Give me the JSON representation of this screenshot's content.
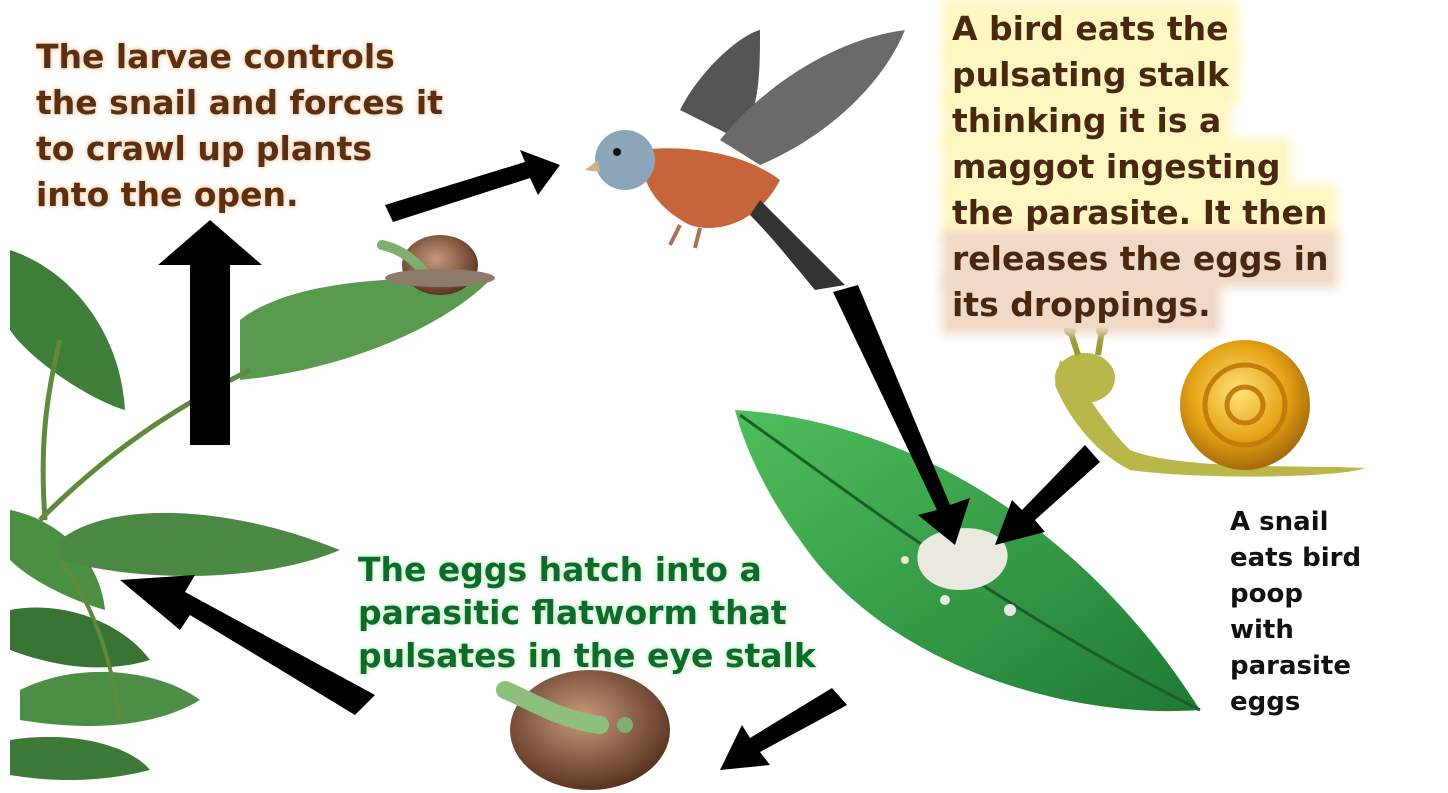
{
  "diagram": {
    "labels": {
      "larvae": [
        "The larvae controls",
        "the snail and forces it",
        "to crawl up plants",
        "into the open."
      ],
      "bird": [
        "A bird eats the",
        "pulsating stalk",
        "thinking it is a",
        "maggot ingesting",
        "the parasite. It then",
        "releases the eggs in",
        "its droppings."
      ],
      "eggs": [
        "The eggs hatch into a",
        "parasitic flatworm that",
        "pulsates in the eye stalk"
      ],
      "snail": [
        "A snail",
        "eats bird",
        "poop",
        "with",
        "parasite",
        "eggs"
      ]
    },
    "colors": {
      "arrow": "#000000",
      "larvae_text": "#5a2f12",
      "bird_text": "#4a2810",
      "bird_highlight_top": "#fff7c2",
      "bird_highlight_bottom": "#f0d9c6",
      "eggs_text": "#0f6b2c",
      "snail_text": "#111111",
      "leaf": "#2f9a45",
      "plant": "#3f7f3a",
      "snail_shell": "#e6a417",
      "snail_body": "#b8b84a",
      "bird_breast": "#c8643a",
      "bird_head": "#8aa6b8",
      "infected_shell": "#8a5a3a",
      "dropping": "#e9e9e0"
    },
    "icons": [
      "plant-icon",
      "bird-icon",
      "leaf-icon",
      "snail-icon",
      "infected-snail-icon",
      "bird-dropping-icon"
    ]
  }
}
